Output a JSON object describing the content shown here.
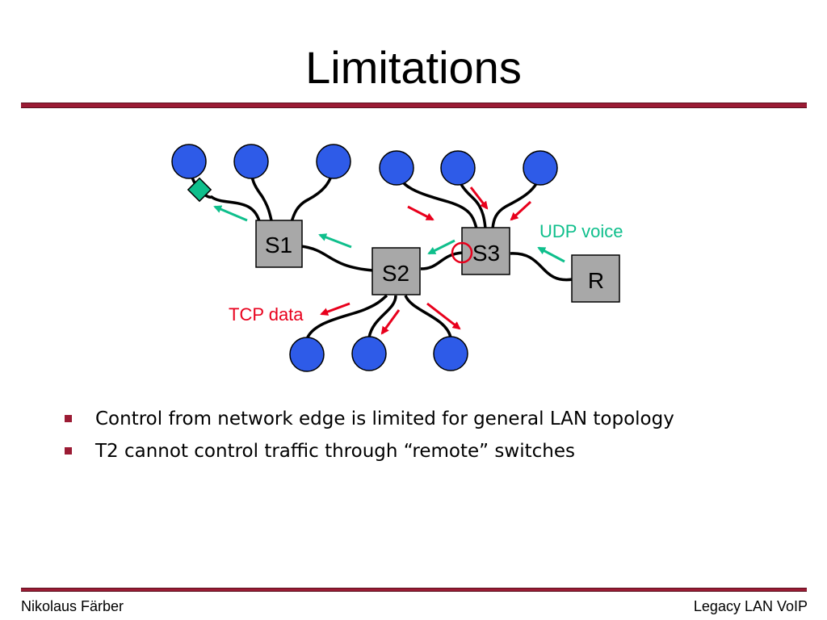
{
  "slide": {
    "title": "Limitations",
    "bullets": [
      "Control from network edge is limited for general LAN topology",
      "T2 cannot control traffic through “remote” switches"
    ],
    "footer_left": "Nikolaus Färber",
    "footer_right": "Legacy LAN VoIP"
  },
  "diagram": {
    "switches": [
      "S1",
      "S2",
      "S3",
      "R"
    ],
    "udp_label": "UDP voice",
    "tcp_label": "TCP data"
  },
  "colors": {
    "accent_rule": "#9b1b34",
    "node_fill": "#2e5be8",
    "switch_fill": "#a8a8a8",
    "udp_arrow": "#0fbf8c",
    "tcp_arrow": "#e8001c",
    "bullet_marker": "#9b1b34"
  }
}
